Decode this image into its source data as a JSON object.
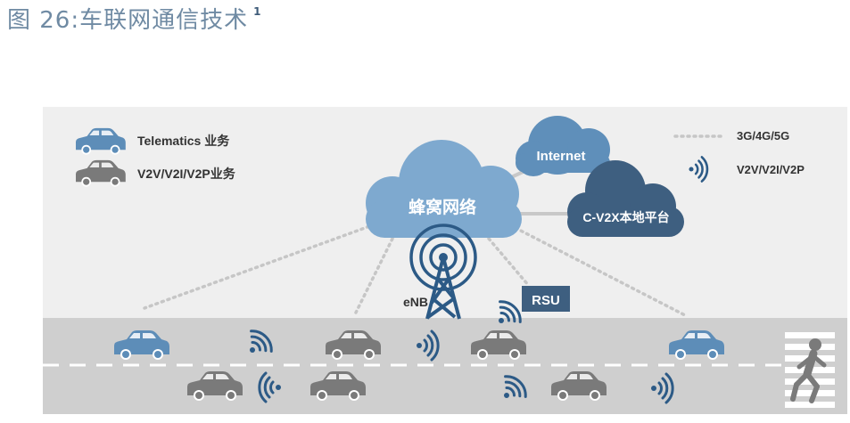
{
  "figure": {
    "title": "图 26:车联网通信技术",
    "footnote": "1"
  },
  "legend": {
    "telematics": "Telematics 业务",
    "v2x": "V2V/V2I/V2P业务",
    "network": "3G/4G/5G",
    "wireless": "V2V/V2I/V2P"
  },
  "nodes": {
    "cellular": "蜂窝网络",
    "internet": "Internet",
    "cv2x": "C-V2X本地平台",
    "enb": "eNB",
    "rsu": "RSU"
  },
  "colors": {
    "title": "#6f8aa3",
    "panel": "#efefef",
    "road": "#cfcfcf",
    "telematics_car": "#5d8db8",
    "v2x_car": "#7a7a7a",
    "cloud_main": "#7ea9cf",
    "cloud_internet": "#5f8fba",
    "cloud_cv2x": "#3e5f80",
    "signal": "#2c5a86"
  }
}
